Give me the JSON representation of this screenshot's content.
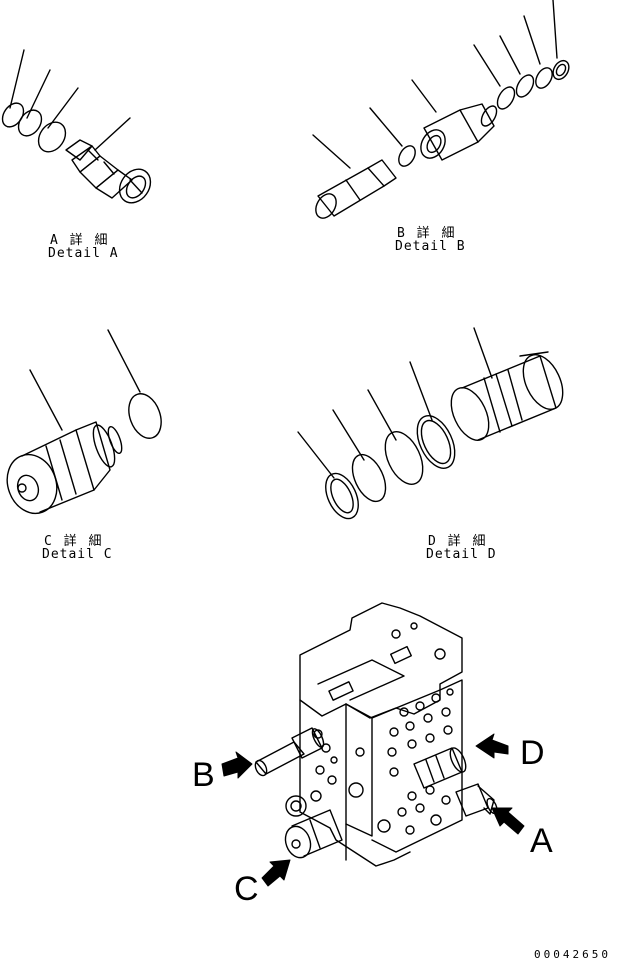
{
  "details": {
    "a": {
      "jp": "A 詳 細",
      "en": "Detail A"
    },
    "b": {
      "jp": "B 詳 細",
      "en": "Detail B"
    },
    "c": {
      "jp": "C 詳 細",
      "en": "Detail C"
    },
    "d": {
      "jp": "D 詳 細",
      "en": "Detail D"
    }
  },
  "callouts": {
    "a": "A",
    "b": "B",
    "c": "C",
    "d": "D"
  },
  "doc_number": "00042650"
}
